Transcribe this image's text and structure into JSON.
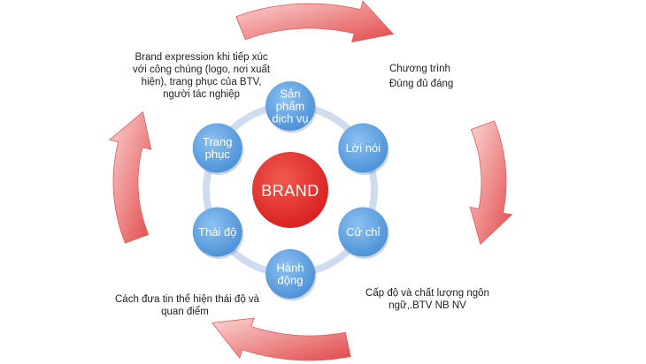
{
  "center": {
    "label": "BRAND",
    "color": "#e42a2a"
  },
  "node_color": "#5d9fe0",
  "ring_color": "#cfdcef",
  "arrow_color": "#e35a5a",
  "nodes": [
    {
      "id": "san-pham-dich-vu",
      "lines": [
        "Sản",
        "phẩm",
        "dịch vụ"
      ]
    },
    {
      "id": "loi-noi",
      "lines": [
        "Lời nói"
      ]
    },
    {
      "id": "cu-chi",
      "lines": [
        "Cử chỉ"
      ]
    },
    {
      "id": "hanh-dong",
      "lines": [
        "Hành",
        "động"
      ]
    },
    {
      "id": "thai-do",
      "lines": [
        "Thái độ"
      ]
    },
    {
      "id": "trang-phuc",
      "lines": [
        "Trang",
        "phục"
      ]
    }
  ],
  "annotations": {
    "top_left": [
      "Brand expression khi tiếp xúc",
      "với công chúng (logo, nơi xuất",
      "hiện), trang phục của BTV,",
      "người tác nghiệp"
    ],
    "top_right": [
      "Chương trình",
      "Đúng đủ đáng"
    ],
    "bottom_left": [
      "Cách đưa tin thể hiện thái độ và",
      "quan điểm"
    ],
    "bottom_right": [
      "Cấp độ và chất lượng ngôn",
      "ngữ,.BTV NB NV"
    ]
  }
}
